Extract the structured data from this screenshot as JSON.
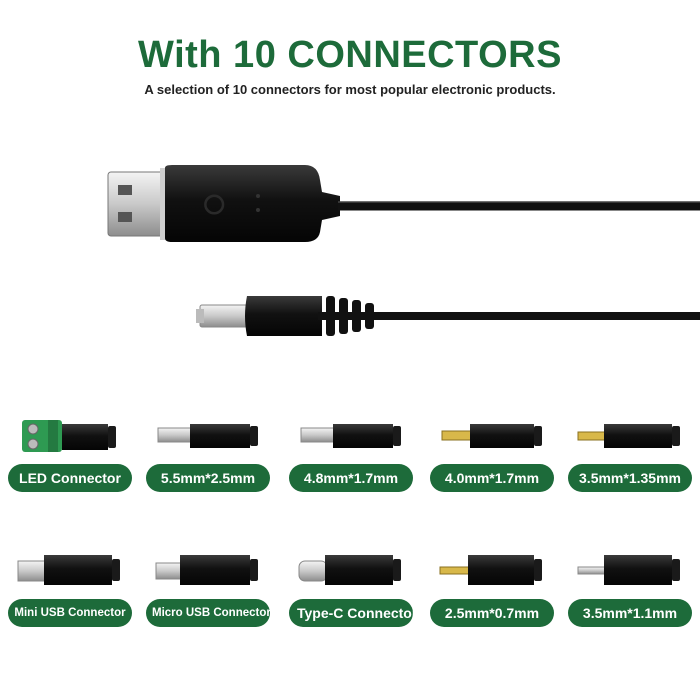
{
  "header": {
    "title": "With 10 CONNECTORS",
    "subtitle": "A selection of 10 connectors for most popular electronic products."
  },
  "connectors": [
    {
      "label": "LED Connector",
      "icon": "led-terminal-icon"
    },
    {
      "label": "5.5mm*2.5mm",
      "icon": "barrel-plug-icon"
    },
    {
      "label": "4.8mm*1.7mm",
      "icon": "barrel-plug-icon"
    },
    {
      "label": "4.0mm*1.7mm",
      "icon": "barrel-plug-icon"
    },
    {
      "label": "3.5mm*1.35mm",
      "icon": "barrel-plug-icon"
    },
    {
      "label": "Mini USB Connector",
      "icon": "mini-usb-icon"
    },
    {
      "label": "Micro USB Connector",
      "icon": "micro-usb-icon"
    },
    {
      "label": "Type-C Connector",
      "icon": "type-c-icon"
    },
    {
      "label": "2.5mm*0.7mm",
      "icon": "barrel-plug-icon"
    },
    {
      "label": "3.5mm*1.1mm",
      "icon": "barrel-plug-icon"
    }
  ],
  "colors": {
    "accent": "#1d6b3a",
    "cable": "#111111",
    "text": "#222222"
  }
}
